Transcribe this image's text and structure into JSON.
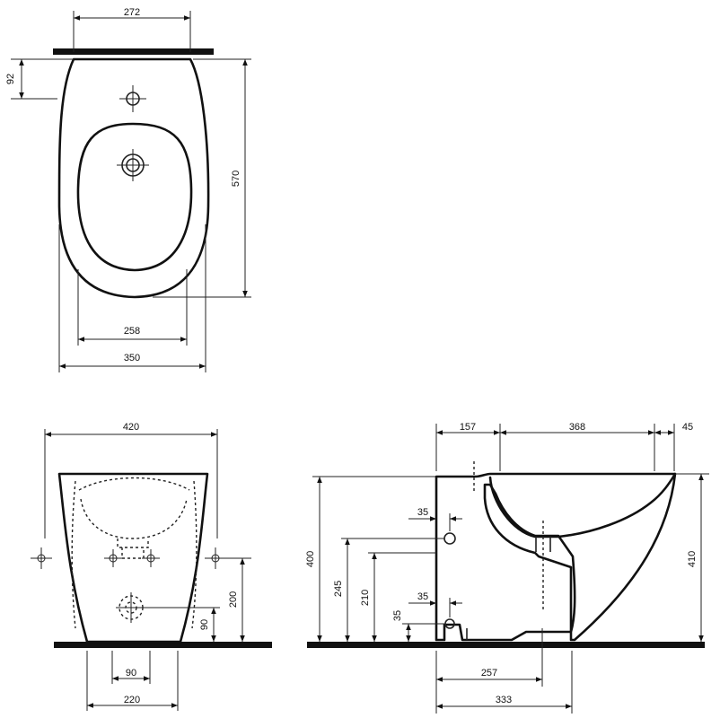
{
  "top_view": {
    "dims": {
      "top_width": "272",
      "top_offset": "92",
      "height": "570",
      "bowl_width": "258",
      "total_width": "350"
    }
  },
  "front_view": {
    "dims": {
      "width": "420",
      "height_200": "200",
      "height_90": "90",
      "base_90": "90",
      "base_220": "220"
    }
  },
  "side_view": {
    "dims": {
      "d157": "157",
      "d368": "368",
      "d45": "45",
      "h400": "400",
      "h410": "410",
      "h245": "245",
      "h210": "210",
      "d35_top": "35",
      "d35_mid": "35",
      "d35_left": "35",
      "b257": "257",
      "b333": "333"
    }
  }
}
